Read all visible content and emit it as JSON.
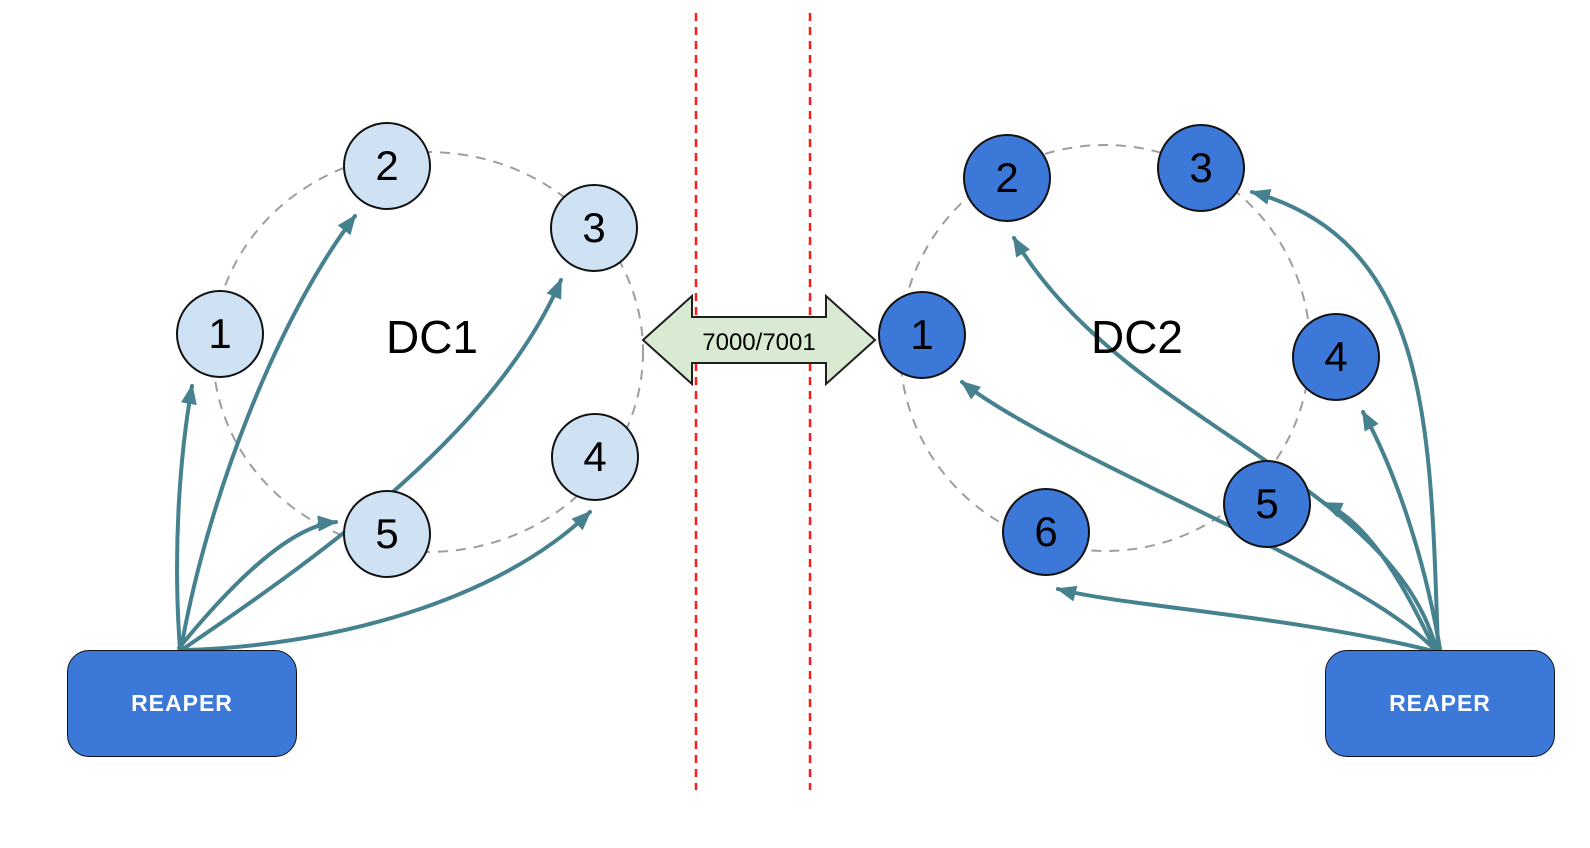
{
  "dc1": {
    "label": "DC1",
    "reaper_label": "REAPER",
    "nodes": [
      "1",
      "2",
      "3",
      "4",
      "5"
    ]
  },
  "dc2": {
    "label": "DC2",
    "reaper_label": "REAPER",
    "nodes": [
      "1",
      "2",
      "3",
      "4",
      "5",
      "6"
    ]
  },
  "link": {
    "label": "7000/7001"
  },
  "colors": {
    "dc1_node_fill": "#cfe2f3",
    "dc2_node_fill": "#3c78d8",
    "reaper_fill": "#3c78d8",
    "reaper_text": "#ffffff",
    "arrow_color": "#45818e",
    "link_fill": "#d9ead3",
    "link_stroke": "#1f1f1f",
    "boundary_color": "#ff1a1a",
    "ring_color": "#9e9e9e",
    "node_stroke": "#111111",
    "text_color": "#000000",
    "background": "#ffffff"
  }
}
